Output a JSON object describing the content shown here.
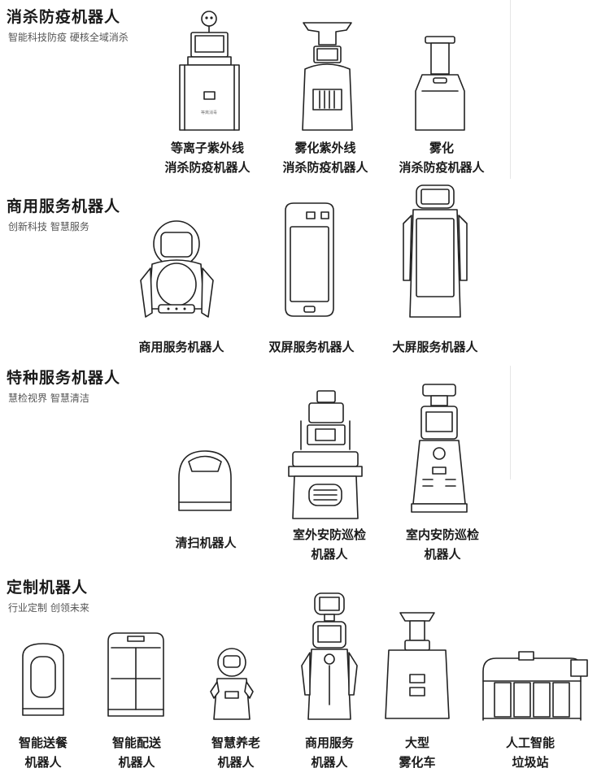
{
  "sections": [
    {
      "title": "消杀防疫机器人",
      "subtitle": "智能科技防疫  硬核全域消杀",
      "items": [
        {
          "line1": "等离子紫外线",
          "line2": "消杀防疫机器人"
        },
        {
          "line1": "雾化紫外线",
          "line2": "消杀防疫机器人"
        },
        {
          "line1": "雾化",
          "line2": "消杀防疫机器人"
        }
      ]
    },
    {
      "title": "商用服务机器人",
      "subtitle": "创新科技  智慧服务",
      "items": [
        {
          "line1": "商用服务机器人"
        },
        {
          "line1": "双屏服务机器人"
        },
        {
          "line1": "大屏服务机器人"
        }
      ]
    },
    {
      "title": "特种服务机器人",
      "subtitle": "慧检视界  智慧清洁",
      "items": [
        {
          "line1": "清扫机器人"
        },
        {
          "line1": "室外安防巡检",
          "line2": "机器人"
        },
        {
          "line1": "室内安防巡检",
          "line2": "机器人"
        }
      ]
    },
    {
      "title": "定制机器人",
      "subtitle": "行业定制  创领未来",
      "items": [
        {
          "line1": "智能送餐",
          "line2": "机器人"
        },
        {
          "line1": "智能配送",
          "line2": "机器人"
        },
        {
          "line1": "智慧养老",
          "line2": "机器人"
        },
        {
          "line1": "商用服务",
          "line2": "机器人"
        },
        {
          "line1": "大型",
          "line2": "雾化车"
        },
        {
          "line1": "人工智能",
          "line2": "垃圾站"
        }
      ]
    }
  ],
  "icons": {
    "robot_1_label_text": "等离消毒"
  }
}
